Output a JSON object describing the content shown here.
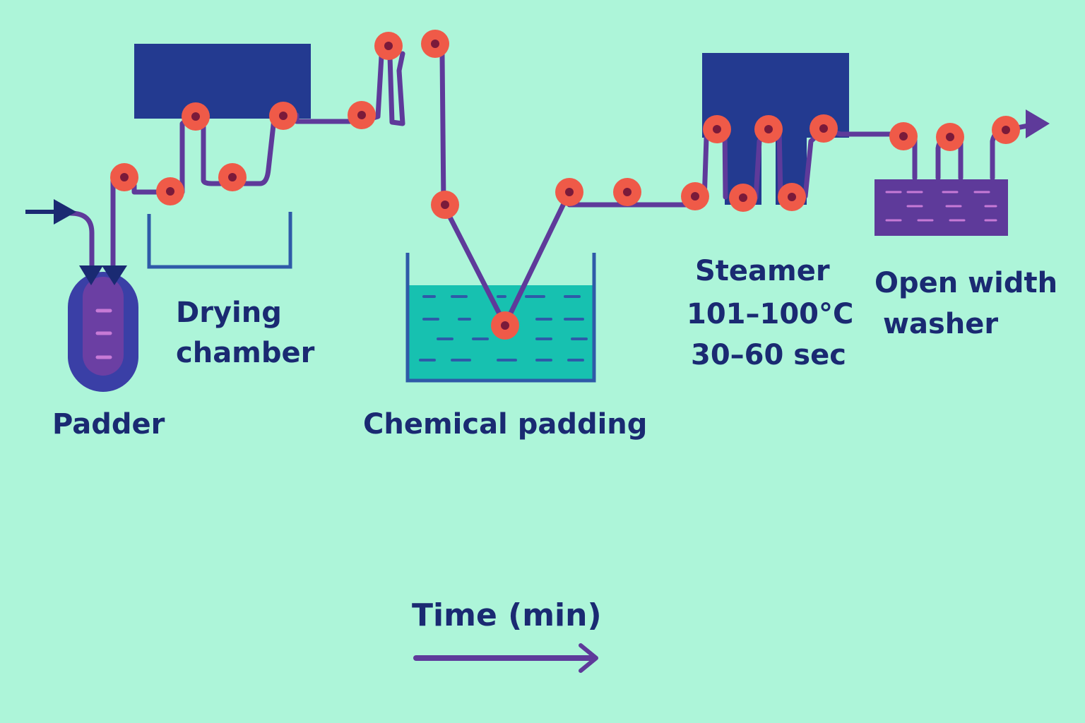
{
  "colors": {
    "background": "#adf5d9",
    "text": "#1a2a72",
    "fabric_path": "#5e3a9a",
    "roller_fill": "#ef5a48",
    "roller_hub": "#7a1a3a",
    "machine_body": "#233a90",
    "chemical_bath": "#17c1b0",
    "washer_tank": "#5e3a9a",
    "padder_body": "#3a3fa6",
    "padder_inner": "#6b3fa3",
    "tray": "#2e5aa8",
    "feed_arrow": "#1a2a72"
  },
  "icons": {
    "feed": "arrow-right-icon",
    "exit": "arrow-right-icon",
    "roller": "circle-roller-icon",
    "time_axis": "long-arrow-right-icon"
  },
  "labels": {
    "padder": "Padder",
    "drying_line1": "Drying",
    "drying_line2": "chamber",
    "chemical_padding": "Chemical padding",
    "steamer_title": "Steamer",
    "steamer_temp": "101–100°C",
    "steamer_time": "30–60 sec",
    "washer_line1": "Open width",
    "washer_line2": "washer",
    "time_axis": "Time (min)"
  }
}
